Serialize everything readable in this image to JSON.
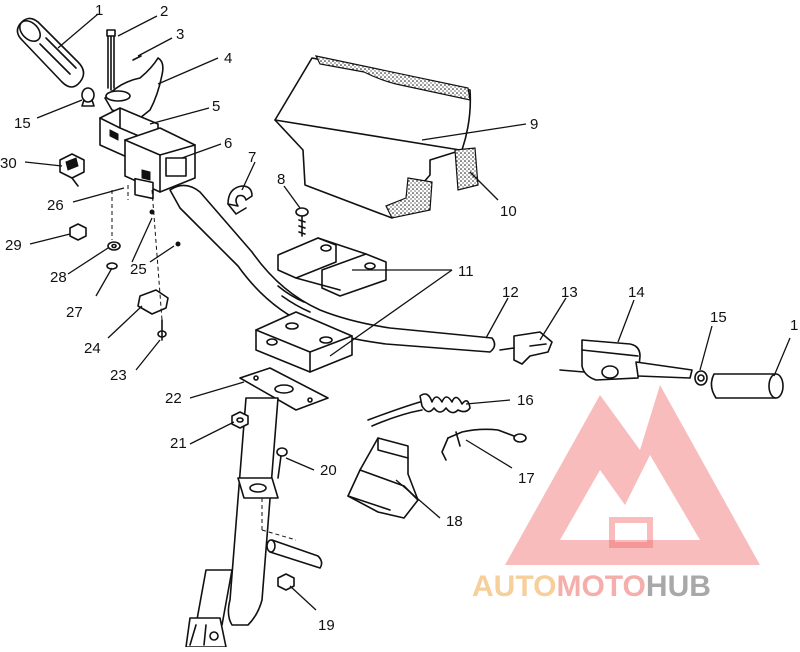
{
  "callouts": [
    {
      "id": "c1",
      "label": "1"
    },
    {
      "id": "c2",
      "label": "2"
    },
    {
      "id": "c3",
      "label": "3"
    },
    {
      "id": "c4",
      "label": "4"
    },
    {
      "id": "c15a",
      "label": "15"
    },
    {
      "id": "c5",
      "label": "5"
    },
    {
      "id": "c30",
      "label": "30"
    },
    {
      "id": "c6",
      "label": "6"
    },
    {
      "id": "c7",
      "label": "7"
    },
    {
      "id": "c8",
      "label": "8"
    },
    {
      "id": "c9",
      "label": "9"
    },
    {
      "id": "c10",
      "label": "10"
    },
    {
      "id": "c26",
      "label": "26"
    },
    {
      "id": "c29",
      "label": "29"
    },
    {
      "id": "c28",
      "label": "28"
    },
    {
      "id": "c25",
      "label": "25"
    },
    {
      "id": "c11",
      "label": "11"
    },
    {
      "id": "c27",
      "label": "27"
    },
    {
      "id": "c12",
      "label": "12"
    },
    {
      "id": "c13",
      "label": "13"
    },
    {
      "id": "c14",
      "label": "14"
    },
    {
      "id": "c15b",
      "label": "15"
    },
    {
      "id": "c1b",
      "label": "1"
    },
    {
      "id": "c24",
      "label": "24"
    },
    {
      "id": "c23",
      "label": "23"
    },
    {
      "id": "c22",
      "label": "22"
    },
    {
      "id": "c16",
      "label": "16"
    },
    {
      "id": "c21",
      "label": "21"
    },
    {
      "id": "c17",
      "label": "17"
    },
    {
      "id": "c20",
      "label": "20"
    },
    {
      "id": "c18",
      "label": "18"
    },
    {
      "id": "c19",
      "label": "19"
    }
  ],
  "watermark": {
    "part1": "AUTO",
    "part2": "MOTO",
    "part3": "HUB",
    "color1": "#f5c78a",
    "color2": "#f4a09c",
    "color3": "#9a9a9a",
    "logo_color": "#f26b6b"
  }
}
